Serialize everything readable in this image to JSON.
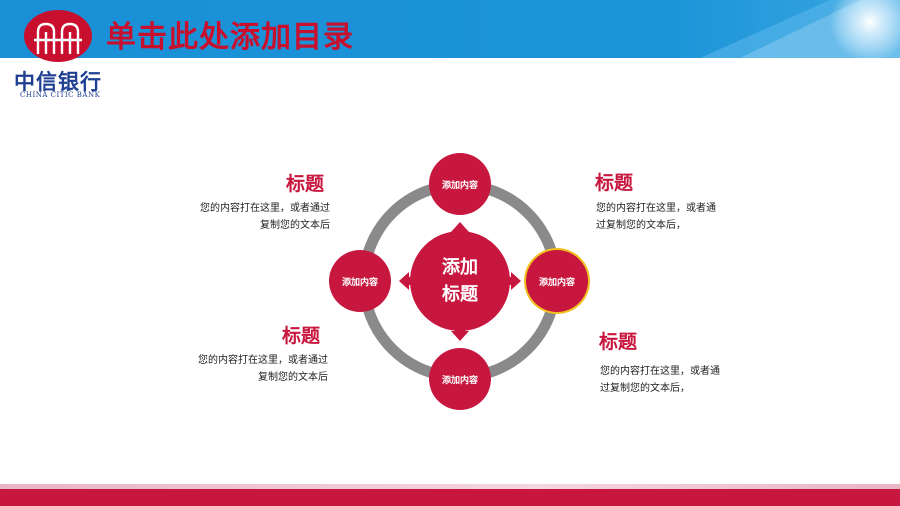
{
  "header": {
    "title": "单击此处添加目录"
  },
  "brand": {
    "name_cn": "中信银行",
    "name_en": "CHINA CITIC BANK"
  },
  "diagram": {
    "center_label_line1": "添加",
    "center_label_line2": "标题",
    "nodes": {
      "top": "添加内容",
      "left": "添加内容",
      "right": "添加内容",
      "bottom": "添加内容"
    }
  },
  "sections": {
    "top_left": {
      "title": "标题",
      "line1": "您的内容打在这里，或者通过",
      "line2": "复制您的文本后"
    },
    "top_right": {
      "title": "标题",
      "line1": "您的内容打在这里，或者通",
      "line2": "过复制您的文本后，"
    },
    "bottom_left": {
      "title": "标题",
      "line1": "您的内容打在这里，或者通过",
      "line2": "复制您的文本后"
    },
    "bottom_right": {
      "title": "标题",
      "line1": "您的内容打在这里，或者通",
      "line2": "过复制您的文本后，"
    }
  },
  "colors": {
    "accent_red": "#c8173f",
    "header_blue": "#1c95d8",
    "brand_blue": "#1f3f93",
    "ring_gray": "#8a8a8a"
  }
}
